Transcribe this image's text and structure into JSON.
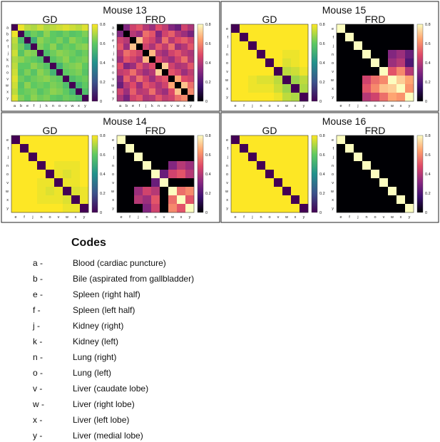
{
  "colors": {
    "frame": "#222222",
    "gd_colormap": [
      "#440154",
      "#3b528b",
      "#21918c",
      "#5ec962",
      "#fde725"
    ],
    "frd_colormap": [
      "#000004",
      "#3b0f70",
      "#8c2981",
      "#de4968",
      "#fe9f6d",
      "#fcfdbf"
    ]
  },
  "chart_data": [
    {
      "type": "heatmap",
      "title": "Mouse 13",
      "labels": [
        "a",
        "b",
        "e",
        "f",
        "j",
        "k",
        "n",
        "o",
        "v",
        "w",
        "x",
        "y"
      ],
      "colorbar_ticks": [
        "0",
        "0.2",
        "0.4",
        "0.6",
        "0.8"
      ],
      "colorbar_range": [
        0,
        0.8
      ],
      "gd": {
        "title": "GD",
        "matrix": [
          [
            0.0,
            0.78,
            0.72,
            0.7,
            0.74,
            0.7,
            0.72,
            0.74,
            0.76,
            0.74,
            0.72,
            0.76
          ],
          [
            0.78,
            0.0,
            0.55,
            0.62,
            0.58,
            0.66,
            0.6,
            0.58,
            0.62,
            0.58,
            0.6,
            0.64
          ],
          [
            0.72,
            0.55,
            0.0,
            0.5,
            0.66,
            0.62,
            0.6,
            0.64,
            0.58,
            0.66,
            0.62,
            0.6
          ],
          [
            0.7,
            0.62,
            0.5,
            0.0,
            0.64,
            0.6,
            0.66,
            0.58,
            0.62,
            0.6,
            0.64,
            0.66
          ],
          [
            0.74,
            0.58,
            0.66,
            0.64,
            0.0,
            0.56,
            0.62,
            0.66,
            0.64,
            0.62,
            0.58,
            0.62
          ],
          [
            0.7,
            0.66,
            0.62,
            0.6,
            0.56,
            0.0,
            0.58,
            0.62,
            0.66,
            0.6,
            0.62,
            0.64
          ],
          [
            0.72,
            0.6,
            0.6,
            0.66,
            0.62,
            0.58,
            0.0,
            0.52,
            0.62,
            0.64,
            0.66,
            0.6
          ],
          [
            0.74,
            0.58,
            0.64,
            0.58,
            0.66,
            0.62,
            0.52,
            0.0,
            0.6,
            0.62,
            0.64,
            0.58
          ],
          [
            0.76,
            0.62,
            0.58,
            0.62,
            0.64,
            0.66,
            0.62,
            0.6,
            0.0,
            0.56,
            0.6,
            0.62
          ],
          [
            0.74,
            0.58,
            0.66,
            0.6,
            0.62,
            0.6,
            0.64,
            0.62,
            0.56,
            0.0,
            0.52,
            0.6
          ],
          [
            0.72,
            0.6,
            0.62,
            0.64,
            0.58,
            0.62,
            0.66,
            0.64,
            0.6,
            0.52,
            0.0,
            0.56
          ],
          [
            0.76,
            0.64,
            0.6,
            0.66,
            0.62,
            0.64,
            0.6,
            0.58,
            0.62,
            0.6,
            0.56,
            0.0
          ]
        ]
      },
      "frd": {
        "title": "FRD",
        "matrix": [
          [
            0.0,
            0.3,
            0.45,
            0.5,
            0.4,
            0.35,
            0.48,
            0.42,
            0.3,
            0.25,
            0.45,
            0.38
          ],
          [
            0.3,
            0.0,
            0.4,
            0.35,
            0.55,
            0.5,
            0.3,
            0.45,
            0.52,
            0.4,
            0.35,
            0.28
          ],
          [
            0.45,
            0.4,
            0.0,
            0.7,
            0.5,
            0.45,
            0.35,
            0.55,
            0.4,
            0.48,
            0.52,
            0.45
          ],
          [
            0.5,
            0.35,
            0.7,
            0.0,
            0.45,
            0.38,
            0.5,
            0.42,
            0.55,
            0.35,
            0.4,
            0.5
          ],
          [
            0.4,
            0.55,
            0.5,
            0.45,
            0.0,
            0.68,
            0.4,
            0.35,
            0.45,
            0.5,
            0.42,
            0.38
          ],
          [
            0.35,
            0.5,
            0.45,
            0.38,
            0.68,
            0.0,
            0.48,
            0.4,
            0.35,
            0.45,
            0.55,
            0.4
          ],
          [
            0.48,
            0.3,
            0.35,
            0.5,
            0.4,
            0.48,
            0.0,
            0.72,
            0.45,
            0.38,
            0.4,
            0.5
          ],
          [
            0.42,
            0.45,
            0.55,
            0.42,
            0.35,
            0.4,
            0.72,
            0.0,
            0.5,
            0.45,
            0.35,
            0.42
          ],
          [
            0.3,
            0.52,
            0.4,
            0.55,
            0.45,
            0.35,
            0.45,
            0.5,
            0.0,
            0.65,
            0.48,
            0.45
          ],
          [
            0.25,
            0.4,
            0.48,
            0.35,
            0.5,
            0.45,
            0.38,
            0.45,
            0.65,
            0.0,
            0.7,
            0.55
          ],
          [
            0.45,
            0.35,
            0.52,
            0.4,
            0.42,
            0.55,
            0.4,
            0.35,
            0.48,
            0.7,
            0.0,
            0.6
          ],
          [
            0.38,
            0.28,
            0.45,
            0.5,
            0.38,
            0.4,
            0.5,
            0.42,
            0.45,
            0.55,
            0.6,
            0.0
          ]
        ]
      }
    },
    {
      "type": "heatmap",
      "title": "Mouse 15",
      "labels": [
        "e",
        "f",
        "j",
        "n",
        "o",
        "v",
        "w",
        "x",
        "y"
      ],
      "colorbar_ticks": [
        "0",
        "0.2",
        "0.4",
        "0.6",
        "0.8"
      ],
      "colorbar_range": [
        0,
        0.8
      ],
      "gd": {
        "title": "GD",
        "matrix": [
          [
            0.0,
            0.8,
            0.8,
            0.8,
            0.8,
            0.8,
            0.8,
            0.8,
            0.8
          ],
          [
            0.8,
            0.0,
            0.8,
            0.8,
            0.8,
            0.8,
            0.8,
            0.8,
            0.8
          ],
          [
            0.8,
            0.8,
            0.0,
            0.8,
            0.8,
            0.8,
            0.8,
            0.8,
            0.8
          ],
          [
            0.8,
            0.8,
            0.8,
            0.0,
            0.8,
            0.8,
            0.78,
            0.78,
            0.8
          ],
          [
            0.8,
            0.8,
            0.8,
            0.8,
            0.0,
            0.8,
            0.76,
            0.78,
            0.8
          ],
          [
            0.8,
            0.8,
            0.8,
            0.8,
            0.8,
            0.0,
            0.72,
            0.74,
            0.78
          ],
          [
            0.8,
            0.8,
            0.78,
            0.76,
            0.76,
            0.72,
            0.0,
            0.68,
            0.72
          ],
          [
            0.8,
            0.8,
            0.78,
            0.78,
            0.78,
            0.74,
            0.68,
            0.0,
            0.7
          ],
          [
            0.8,
            0.8,
            0.8,
            0.8,
            0.8,
            0.78,
            0.72,
            0.7,
            0.0
          ]
        ]
      },
      "frd": {
        "title": "FRD",
        "matrix": [
          [
            0.8,
            0.0,
            0.0,
            0.0,
            0.0,
            0.0,
            0.0,
            0.0,
            0.0
          ],
          [
            0.0,
            0.8,
            0.0,
            0.0,
            0.0,
            0.0,
            0.0,
            0.0,
            0.0
          ],
          [
            0.0,
            0.0,
            0.8,
            0.0,
            0.0,
            0.0,
            0.0,
            0.0,
            0.0
          ],
          [
            0.0,
            0.0,
            0.0,
            0.8,
            0.0,
            0.0,
            0.3,
            0.35,
            0.25
          ],
          [
            0.0,
            0.0,
            0.0,
            0.0,
            0.8,
            0.0,
            0.35,
            0.4,
            0.2
          ],
          [
            0.0,
            0.0,
            0.0,
            0.0,
            0.0,
            0.8,
            0.5,
            0.6,
            0.4
          ],
          [
            0.0,
            0.0,
            0.0,
            0.45,
            0.55,
            0.6,
            0.8,
            0.72,
            0.65
          ],
          [
            0.0,
            0.0,
            0.0,
            0.5,
            0.6,
            0.7,
            0.72,
            0.8,
            0.62
          ],
          [
            0.0,
            0.0,
            0.0,
            0.4,
            0.45,
            0.55,
            0.65,
            0.62,
            0.8
          ]
        ]
      }
    },
    {
      "type": "heatmap",
      "title": "Mouse 14",
      "labels": [
        "e",
        "f",
        "j",
        "n",
        "o",
        "v",
        "w",
        "x",
        "y"
      ],
      "colorbar_ticks": [
        "0",
        "0.2",
        "0.4",
        "0.6",
        "0.8"
      ],
      "colorbar_range": [
        0,
        0.8
      ],
      "gd": {
        "title": "GD",
        "matrix": [
          [
            0.0,
            0.8,
            0.8,
            0.8,
            0.8,
            0.8,
            0.8,
            0.8,
            0.8
          ],
          [
            0.8,
            0.0,
            0.8,
            0.8,
            0.8,
            0.8,
            0.8,
            0.8,
            0.8
          ],
          [
            0.8,
            0.8,
            0.0,
            0.8,
            0.8,
            0.8,
            0.8,
            0.8,
            0.8
          ],
          [
            0.8,
            0.8,
            0.8,
            0.0,
            0.8,
            0.78,
            0.78,
            0.78,
            0.8
          ],
          [
            0.8,
            0.8,
            0.8,
            0.8,
            0.0,
            0.78,
            0.76,
            0.78,
            0.8
          ],
          [
            0.8,
            0.8,
            0.8,
            0.78,
            0.78,
            0.0,
            0.78,
            0.78,
            0.8
          ],
          [
            0.8,
            0.8,
            0.8,
            0.78,
            0.76,
            0.78,
            0.0,
            0.76,
            0.78
          ],
          [
            0.8,
            0.8,
            0.8,
            0.78,
            0.78,
            0.78,
            0.76,
            0.0,
            0.78
          ],
          [
            0.8,
            0.8,
            0.8,
            0.8,
            0.8,
            0.8,
            0.78,
            0.78,
            0.0
          ]
        ]
      },
      "frd": {
        "title": "FRD",
        "matrix": [
          [
            0.8,
            0.0,
            0.0,
            0.0,
            0.0,
            0.0,
            0.0,
            0.0,
            0.0
          ],
          [
            0.0,
            0.8,
            0.0,
            0.0,
            0.0,
            0.0,
            0.0,
            0.0,
            0.0
          ],
          [
            0.0,
            0.0,
            0.8,
            0.0,
            0.0,
            0.0,
            0.0,
            0.0,
            0.0
          ],
          [
            0.0,
            0.0,
            0.0,
            0.8,
            0.0,
            0.0,
            0.3,
            0.4,
            0.35
          ],
          [
            0.0,
            0.0,
            0.0,
            0.0,
            0.8,
            0.25,
            0.45,
            0.5,
            0.4
          ],
          [
            0.0,
            0.0,
            0.0,
            0.0,
            0.25,
            0.8,
            0.0,
            0.0,
            0.0
          ],
          [
            0.0,
            0.0,
            0.35,
            0.45,
            0.4,
            0.0,
            0.8,
            0.55,
            0.6
          ],
          [
            0.0,
            0.0,
            0.4,
            0.35,
            0.5,
            0.0,
            0.55,
            0.8,
            0.5
          ],
          [
            0.0,
            0.0,
            0.0,
            0.3,
            0.45,
            0.0,
            0.6,
            0.5,
            0.8
          ]
        ]
      }
    },
    {
      "type": "heatmap",
      "title": "Mouse 16",
      "labels": [
        "e",
        "f",
        "j",
        "n",
        "o",
        "v",
        "w",
        "x",
        "y"
      ],
      "colorbar_ticks": [
        "0",
        "0.2",
        "0.4",
        "0.6",
        "0.8"
      ],
      "colorbar_range": [
        0,
        0.8
      ],
      "gd": {
        "title": "GD",
        "matrix": [
          [
            0.0,
            0.8,
            0.8,
            0.8,
            0.8,
            0.8,
            0.8,
            0.8,
            0.8
          ],
          [
            0.8,
            0.0,
            0.8,
            0.8,
            0.8,
            0.8,
            0.8,
            0.8,
            0.8
          ],
          [
            0.8,
            0.8,
            0.0,
            0.8,
            0.8,
            0.8,
            0.8,
            0.8,
            0.8
          ],
          [
            0.8,
            0.8,
            0.8,
            0.0,
            0.8,
            0.8,
            0.8,
            0.8,
            0.8
          ],
          [
            0.8,
            0.8,
            0.8,
            0.8,
            0.0,
            0.8,
            0.8,
            0.8,
            0.8
          ],
          [
            0.8,
            0.8,
            0.8,
            0.8,
            0.8,
            0.0,
            0.8,
            0.8,
            0.8
          ],
          [
            0.8,
            0.8,
            0.8,
            0.8,
            0.8,
            0.8,
            0.0,
            0.8,
            0.8
          ],
          [
            0.8,
            0.8,
            0.8,
            0.8,
            0.8,
            0.8,
            0.8,
            0.0,
            0.8
          ],
          [
            0.8,
            0.8,
            0.8,
            0.8,
            0.8,
            0.8,
            0.8,
            0.8,
            0.0
          ]
        ]
      },
      "frd": {
        "title": "FRD",
        "matrix": [
          [
            0.8,
            0.0,
            0.0,
            0.0,
            0.0,
            0.0,
            0.0,
            0.0,
            0.0
          ],
          [
            0.0,
            0.8,
            0.0,
            0.0,
            0.0,
            0.0,
            0.0,
            0.0,
            0.0
          ],
          [
            0.0,
            0.0,
            0.8,
            0.0,
            0.0,
            0.0,
            0.0,
            0.0,
            0.0
          ],
          [
            0.0,
            0.0,
            0.0,
            0.8,
            0.0,
            0.0,
            0.0,
            0.0,
            0.0
          ],
          [
            0.0,
            0.0,
            0.0,
            0.0,
            0.8,
            0.0,
            0.0,
            0.0,
            0.0
          ],
          [
            0.0,
            0.0,
            0.0,
            0.0,
            0.0,
            0.8,
            0.0,
            0.0,
            0.0
          ],
          [
            0.0,
            0.0,
            0.0,
            0.0,
            0.0,
            0.0,
            0.8,
            0.0,
            0.0
          ],
          [
            0.0,
            0.0,
            0.0,
            0.0,
            0.0,
            0.0,
            0.0,
            0.8,
            0.0
          ],
          [
            0.0,
            0.0,
            0.0,
            0.0,
            0.0,
            0.0,
            0.0,
            0.0,
            0.8
          ]
        ]
      }
    }
  ],
  "codes": {
    "title": "Codes",
    "items": [
      {
        "code": "a -",
        "desc": "Blood (cardiac puncture)"
      },
      {
        "code": "b -",
        "desc": "Bile (aspirated from gallbladder)"
      },
      {
        "code": "e -",
        "desc": "Spleen (right half)"
      },
      {
        "code": "f -",
        "desc": "Spleen (left half)"
      },
      {
        "code": "j -",
        "desc": "Kidney (right)"
      },
      {
        "code": "k -",
        "desc": "Kidney (left)"
      },
      {
        "code": "n -",
        "desc": "Lung (right)"
      },
      {
        "code": "o -",
        "desc": "Lung (left)"
      },
      {
        "code": "v -",
        "desc": "Liver (caudate lobe)"
      },
      {
        "code": "w -",
        "desc": "Liver (right lobe)"
      },
      {
        "code": "x -",
        "desc": "Liver (left lobe)"
      },
      {
        "code": "y -",
        "desc": "Liver (medial lobe)"
      }
    ]
  }
}
